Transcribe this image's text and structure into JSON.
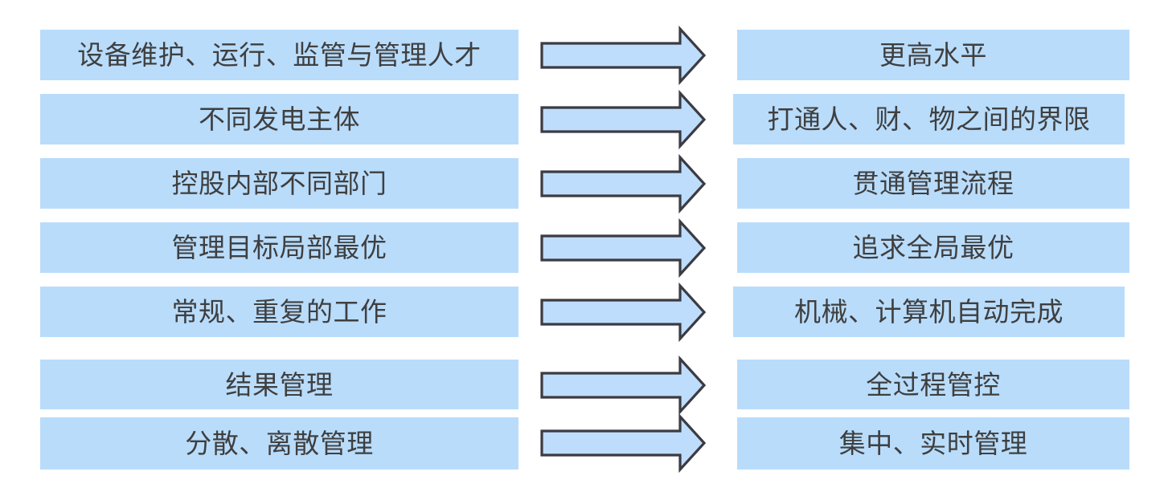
{
  "diagram": {
    "type": "two-column-transition",
    "palette": {
      "box_fill": "#B9DCFB",
      "arrow_fill": "#BEDDFC",
      "arrow_outline": "#3B3B42",
      "text": "#3F3F3F",
      "background": "#FFFFFF"
    },
    "arrow_icon_name": "right-block-arrow-icon",
    "rows": [
      {
        "from": "设备维护、运行、监管与管理人才",
        "arrow": "→",
        "to": "更高水平",
        "to_wide": false
      },
      {
        "from": "不同发电主体",
        "arrow": "→",
        "to": "打通人、财、物之间的界限",
        "to_wide": true
      },
      {
        "from": "控股内部不同部门",
        "arrow": "→",
        "to": "贯通管理流程",
        "to_wide": false
      },
      {
        "from": "管理目标局部最优",
        "arrow": "→",
        "to": "追求全局最优",
        "to_wide": false
      },
      {
        "from": "常规、重复的工作",
        "arrow": "→",
        "to": "机械、计算机自动完成",
        "to_wide": true
      },
      {
        "from": "结果管理",
        "arrow": "→",
        "to": "全过程管控",
        "to_wide": false
      },
      {
        "from": "分散、离散管理",
        "arrow": "→",
        "to": "集中、实时管理",
        "to_wide": false
      }
    ]
  }
}
